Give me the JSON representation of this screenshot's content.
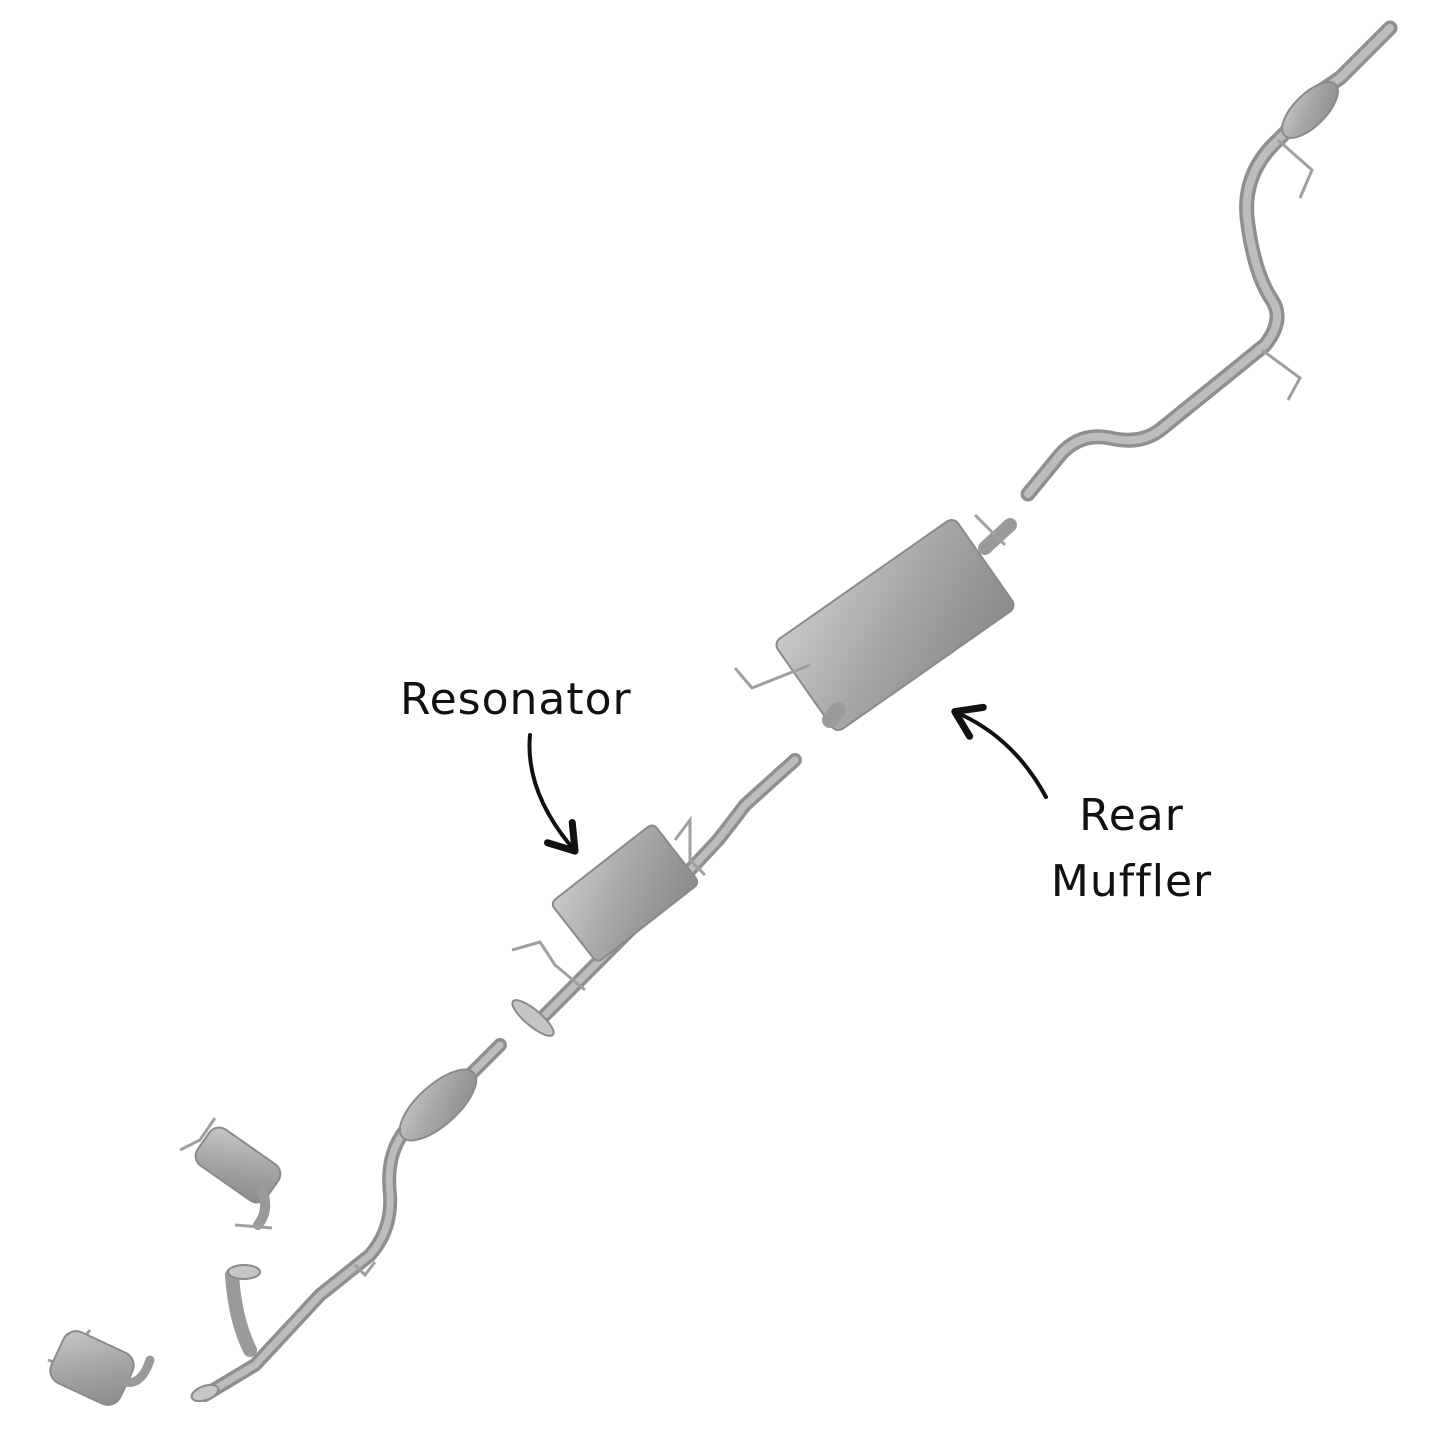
{
  "labels": {
    "resonator": "Resonator",
    "rear_muffler_line1": "Rear",
    "rear_muffler_line2": "Muffler"
  },
  "colors": {
    "background": "#ffffff",
    "pipe": "#a9a9a9",
    "pipe_dark": "#8c8c8c",
    "pipe_light": "#c8c8c8",
    "arrow": "#111111"
  }
}
